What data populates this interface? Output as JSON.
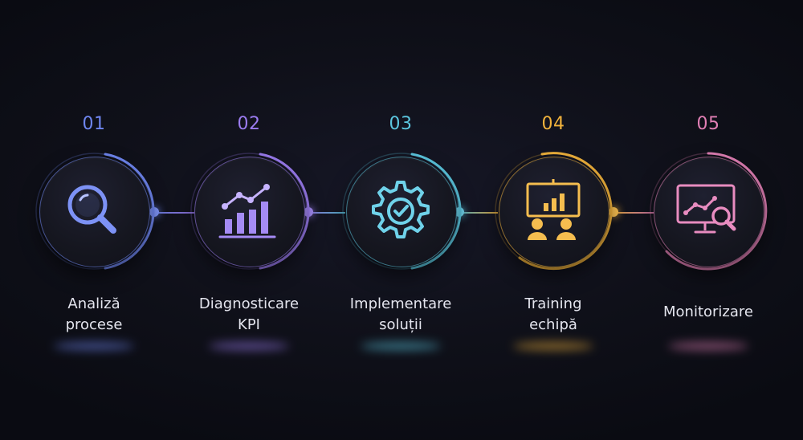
{
  "steps": [
    {
      "number": "01",
      "label_line1": "Analiză",
      "label_line2": "procese",
      "icon": "magnifier-icon",
      "color": "#6f86f0"
    },
    {
      "number": "02",
      "label_line1": "Diagnosticare",
      "label_line2": "KPI",
      "icon": "bar-chart-trend-icon",
      "color": "#9b7cf0"
    },
    {
      "number": "03",
      "label_line1": "Implementare",
      "label_line2": "soluții",
      "icon": "gear-check-icon",
      "color": "#5bc6df"
    },
    {
      "number": "04",
      "label_line1": "Training",
      "label_line2": "echipă",
      "icon": "team-presentation-icon",
      "color": "#f0b23c"
    },
    {
      "number": "05",
      "label_line1": "Monitorizare",
      "label_line2": "",
      "icon": "monitor-analytics-icon",
      "color": "#e07fb4"
    }
  ]
}
